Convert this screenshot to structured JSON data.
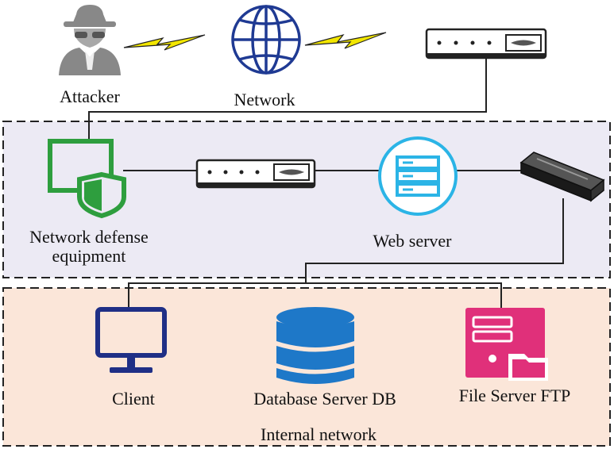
{
  "labels": {
    "attacker": "Attacker",
    "network": "Network",
    "defense_line1": "Network defense",
    "defense_line2": "equipment",
    "web_server": "Web server",
    "client": "Client",
    "database": "Database Server DB",
    "ftp": "File Server FTP",
    "internal_network": "Internal network"
  },
  "icons": {
    "attacker": "spy-icon",
    "network": "globe-icon",
    "router_top": "router-icon",
    "defense": "shield-monitor-icon",
    "router_mid": "router-icon",
    "web_server": "server-circle-icon",
    "switch": "switch-icon",
    "client": "monitor-icon",
    "database": "database-icon",
    "ftp": "file-server-icon"
  },
  "colors": {
    "dmz_fill": "#ECEAF4",
    "internal_fill": "#FBE6D9",
    "shield_green": "#2E9E3E",
    "globe_blue": "#1F3A93",
    "web_cyan": "#2BB4E6",
    "client_navy": "#1F2F86",
    "db_blue": "#1E78C8",
    "ftp_pink": "#E0307A",
    "lightning": "#F2E600"
  }
}
